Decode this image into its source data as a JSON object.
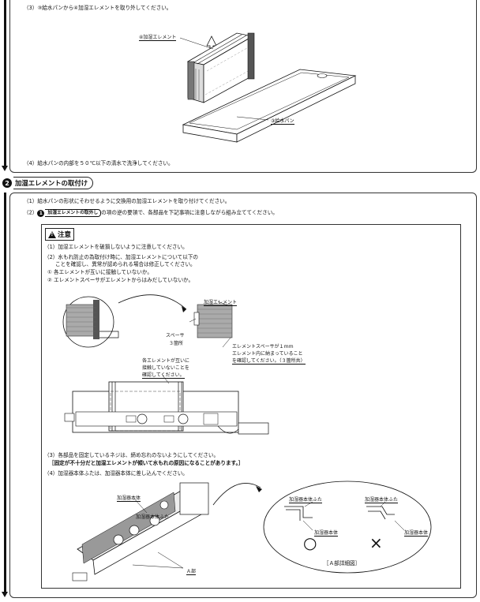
{
  "step1": {
    "line3": "（3）③給水パンから④加湿エレメントを取り外してください。",
    "label_element": "④加湿エレメント",
    "label_pan": "③給水パン",
    "line4": "（4）給水パンの内部を５０℃以下の清水で洗浄してください。"
  },
  "section2": {
    "number": "2",
    "title": "加湿エレメントの取付け"
  },
  "step2": {
    "line1": "（1）給水パンの形状にそわせるように交換用の加湿エレメントを取り付けてください。",
    "line2_prefix": "（2）",
    "line2_ref_num": "1",
    "line2_ref_title": "加湿エレメントの取外し",
    "line2_suffix": "の項の逆の要領で、各部品を下記事項に注意しながら組み立ててください。"
  },
  "caution": {
    "title": "注意",
    "c1": "（1）加湿エレメントを破損しないように注意してください。",
    "c2a": "（2）水もれ防止の為取付け時に、加湿エレメントについて以下の",
    "c2b": "ことを確認し、異常が認められる場合は修正してください。",
    "c2_i1": "① 各エレメントが互いに接触していないか。",
    "c2_i2": "② エレメントスペーサがエレメントからはみだしていないか。",
    "lbl_element": "加湿エレメント",
    "lbl_spacer": "スペーサ",
    "lbl_spacer_count": "３箇所",
    "note_spacer_a": "エレメントスペーサが１ｍｍ",
    "note_spacer_b": "エレメント内に納まっていること",
    "note_spacer_c": "を確認してください。（３箇所共）",
    "note_contact_a": "各エレメントが互いに",
    "note_contact_b": "接触していないことを",
    "note_contact_c": "確認してください。",
    "c3": "（3）各部品を固定しているネジは、締め忘れのないようにしてください。",
    "c3_bold": "［固定が不十分だと加湿エレメントが傾いて水もれの原因になることがあります。］",
    "c4": "（4）加湿器本体ふたは、加湿器本体に差し込んでください。",
    "lbl_body": "加湿器本体",
    "lbl_lid": "加湿器本体ふた",
    "lbl_part_a": "Ａ部",
    "detail_lid_left": "加湿器本体ふた",
    "detail_lid_right": "加湿器本体ふた",
    "detail_body_left": "加湿器本体",
    "detail_body_right": "加湿器本体",
    "mark_ok": "○",
    "mark_ng": "×",
    "detail_caption": "［Ａ部詳細図］"
  }
}
